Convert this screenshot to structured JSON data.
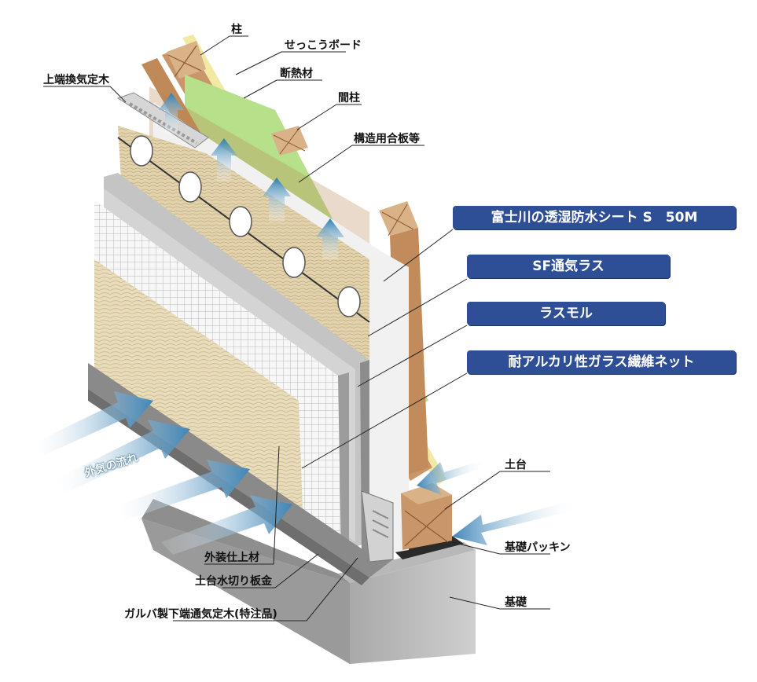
{
  "labels": {
    "hashira": "柱",
    "sekkou_board": "せっこうボード",
    "dannetsu": "断熱材",
    "mabashira": "間柱",
    "kouzou_gouhan": "構造用合板等",
    "joutan_kanki": "上端換気定木",
    "dodai": "土台",
    "kiso_packing": "基礎パッキン",
    "kiso": "基礎",
    "gaisou": "外装仕上材",
    "dodai_mizukiri": "土台水切り板金",
    "galva_katan": "ガルバ製下端通気定木(特注品)"
  },
  "badges": [
    {
      "text": "富士川の透湿防水シート S　50M"
    },
    {
      "text": "SF通気ラス"
    },
    {
      "text": "ラスモル"
    },
    {
      "text": "耐アルカリ性ガラス繊維ネット"
    }
  ],
  "flow_text": "外気の流れ",
  "colors": {
    "badge_blue": "#2e4f96",
    "insulation_green": "#b6e08a",
    "wood": "#c9966a",
    "airflow_arrow": "#4a8ab4"
  }
}
